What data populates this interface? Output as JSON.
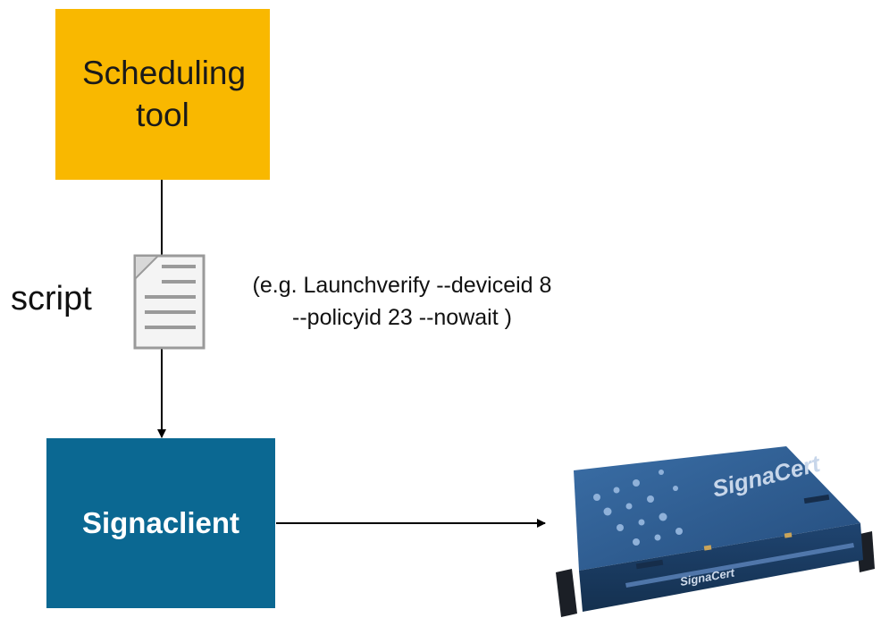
{
  "scheduling_tool": {
    "label": "Scheduling tool"
  },
  "script_label": "script",
  "script_example": {
    "line1": "(e.g. Launchverify --deviceid 8",
    "line2": "--policyid 23 --nowait )"
  },
  "signaclient": {
    "label": "Signaclient"
  },
  "appliance": {
    "brand_top": "SignaCert",
    "brand_front": "SignaCert"
  },
  "colors": {
    "scheduling_box": "#F9B800",
    "signaclient_box": "#0B6892",
    "appliance_body": "#2E5A8C"
  },
  "icons": {
    "script": "document-icon",
    "appliance": "server-appliance-icon"
  }
}
